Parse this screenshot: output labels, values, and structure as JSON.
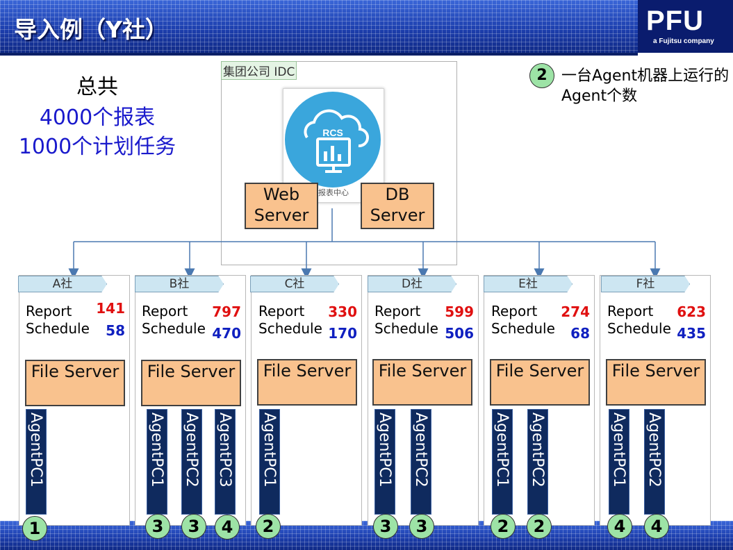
{
  "title": "导入例（Y社）",
  "logo": {
    "name": "PFU",
    "tagline": "a Fujitsu company"
  },
  "totals": {
    "label": "总共",
    "reports": "4000个报表",
    "tasks": "1000个计划任务"
  },
  "note": {
    "badge": "2",
    "text": "一台Agent机器上运行的Agent个数"
  },
  "idc": {
    "label": "集团公司 IDC",
    "rcs_text": "RCS",
    "rcs_caption": "报表中心",
    "web_server": "Web Server",
    "db_server": "DB Server"
  },
  "labels": {
    "report": "Report",
    "schedule": "Schedule",
    "file_server": "File Server"
  },
  "colors": {
    "header": "#1d3fae",
    "server_fill": "#f9c28e",
    "agent_fill": "#0f2a5e",
    "badge_fill": "#9de3a6",
    "report_value": "#e01010",
    "schedule_value": "#1020c0",
    "rcs_circle": "#3aa6dc"
  },
  "companies": [
    {
      "name": "A社",
      "report": "141",
      "schedule": "58",
      "agents": [
        "AgentPC1"
      ],
      "counts": [
        "1"
      ]
    },
    {
      "name": "B社",
      "report": "797",
      "schedule": "470",
      "agents": [
        "AgentPC1",
        "AgentPC2",
        "AgentPC3"
      ],
      "counts": [
        "3",
        "3",
        "4"
      ]
    },
    {
      "name": "C社",
      "report": "330",
      "schedule": "170",
      "agents": [
        "AgentPC1"
      ],
      "counts": [
        "2"
      ]
    },
    {
      "name": "D社",
      "report": "599",
      "schedule": "506",
      "agents": [
        "AgentPC1",
        "AgentPC2"
      ],
      "counts": [
        "3",
        "3"
      ]
    },
    {
      "name": "E社",
      "report": "274",
      "schedule": "68",
      "agents": [
        "AgentPC1",
        "AgentPC2"
      ],
      "counts": [
        "2",
        "2"
      ]
    },
    {
      "name": "F社",
      "report": "623",
      "schedule": "435",
      "agents": [
        "AgentPC1",
        "AgentPC2"
      ],
      "counts": [
        "4",
        "4"
      ]
    }
  ]
}
